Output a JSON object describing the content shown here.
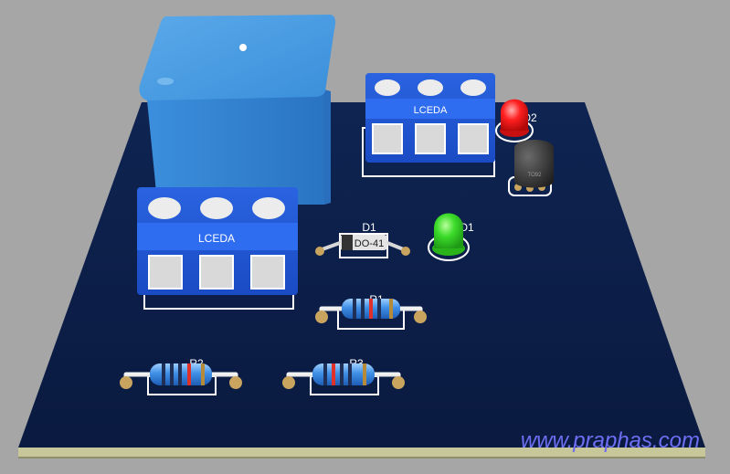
{
  "scene": {
    "background": "#a6a6a6",
    "board_color": "#0b1c45",
    "board_edge_color": "#c8c79a",
    "silk_color": "#ffffff",
    "pad_color": "#c9a45e"
  },
  "components": {
    "terminal_top": {
      "label": "LCEDA",
      "color": "#1f57d8"
    },
    "terminal_left": {
      "label": "LCEDA",
      "color": "#1f57d8"
    },
    "relay": {
      "color": "#3e95e0"
    },
    "diode": {
      "designator": "D1",
      "package": "DO-41"
    },
    "led_green": {
      "designator": "D1",
      "color": "#3cdc2a"
    },
    "led_red": {
      "designator": "D2",
      "color": "#ff2020"
    },
    "transistor": {
      "marking": "TO92"
    },
    "resistor_r1": {
      "designator": "R1"
    },
    "resistor_r2": {
      "designator": "R2"
    },
    "resistor_r3": {
      "designator": "R3"
    }
  },
  "watermark": {
    "text": "www.praphas.com",
    "color": "#6e6ef2"
  }
}
